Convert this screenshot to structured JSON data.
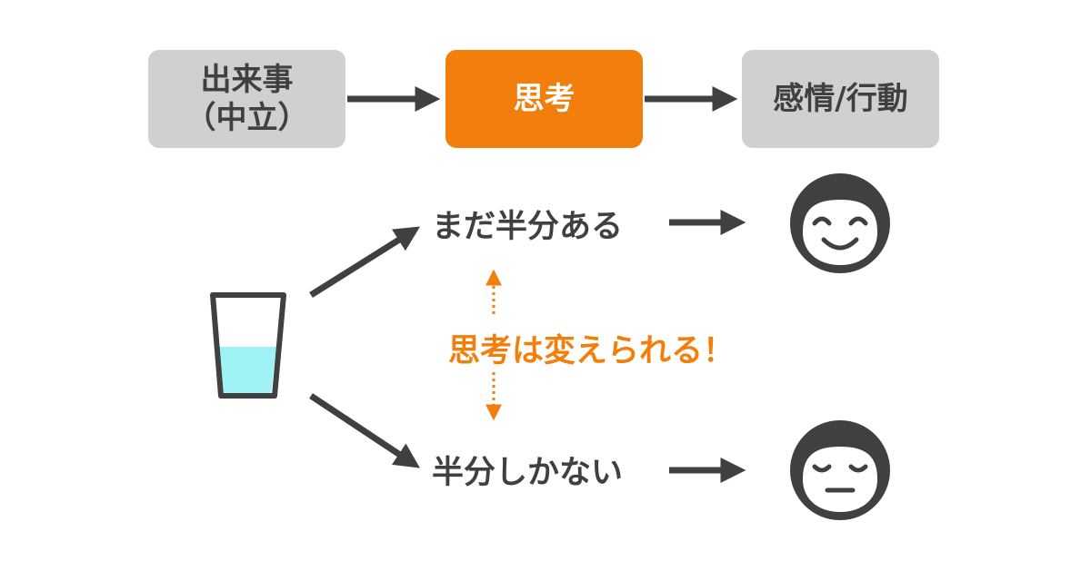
{
  "flow": {
    "event": {
      "line1": "出来事",
      "line2": "（中立）"
    },
    "thought": "思考",
    "result": "感情/行動"
  },
  "paths": {
    "optimistic": "まだ半分ある",
    "pessimistic": "半分しかない"
  },
  "note": "思考は変えられる！",
  "colors": {
    "accent": "#f27f0c",
    "box_gray": "#d0d0d0",
    "text_dark": "#404040",
    "water": "#9ff3f5"
  },
  "icons": {
    "glass": "half-full-glass-icon",
    "happy_face": "smiling-face-icon",
    "sad_face": "downcast-face-icon"
  }
}
